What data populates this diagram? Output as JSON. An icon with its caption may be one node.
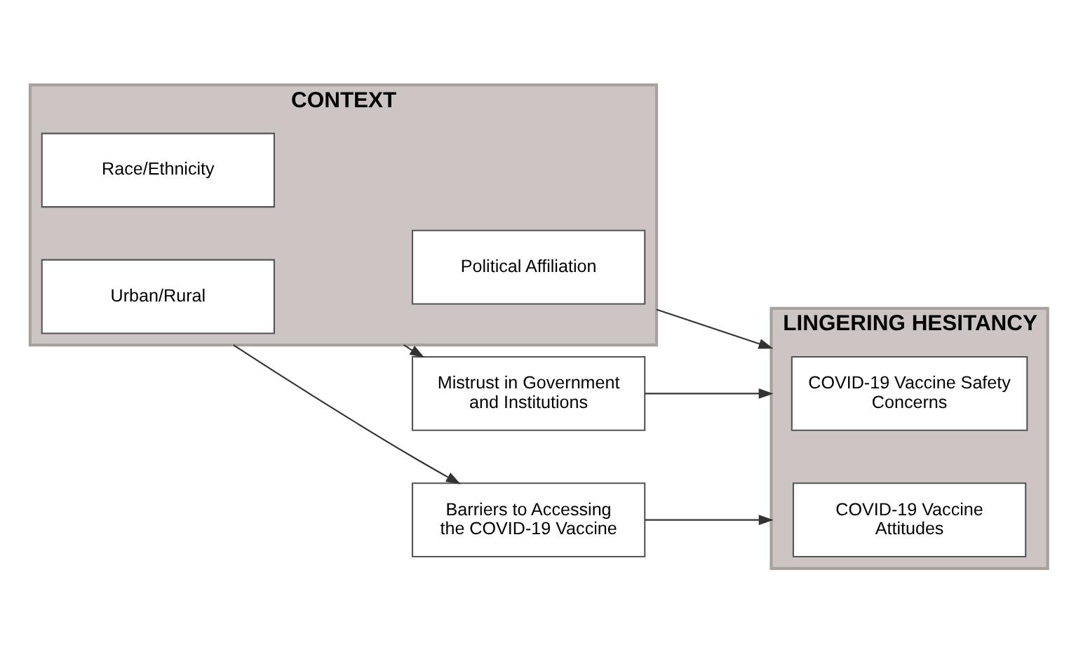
{
  "diagram": {
    "nodes": [
      {
        "text": [
          "CONTEXT"
        ]
      },
      {
        "text": [
          "Urban/Rural"
        ],
        "in": 0
      },
      {
        "text": [
          "Political Affiliation"
        ],
        "in": 0
      },
      {
        "text": [
          "Race/Ethnicity"
        ],
        "in": 0
      },
      {
        "text": [
          "Barriers to Accessing the COVID-19 Vaccine"
        ]
      },
      {
        "text": [
          "LINGERING HESITANCY"
        ]
      },
      {
        "text": [
          "COVID-19 Vaccine Attitudes"
        ],
        "in": 5
      },
      {
        "text": [
          "COVID-19 Vaccine Safety Concerns"
        ],
        "in": 5
      },
      {
        "text": [
          "Mistrust in Government and Institutions"
        ]
      }
    ],
    "edges": [
      {
        "from": 0,
        "to": 4,
        "arrow": "to"
      },
      {
        "from": 0,
        "to": 5,
        "arrow": "to"
      },
      {
        "from": 0,
        "to": 8,
        "arrow": "to"
      },
      {
        "from": 4,
        "to": 5,
        "arrow": "to"
      },
      {
        "from": 8,
        "to": 5,
        "arrow": "to"
      }
    ]
  }
}
